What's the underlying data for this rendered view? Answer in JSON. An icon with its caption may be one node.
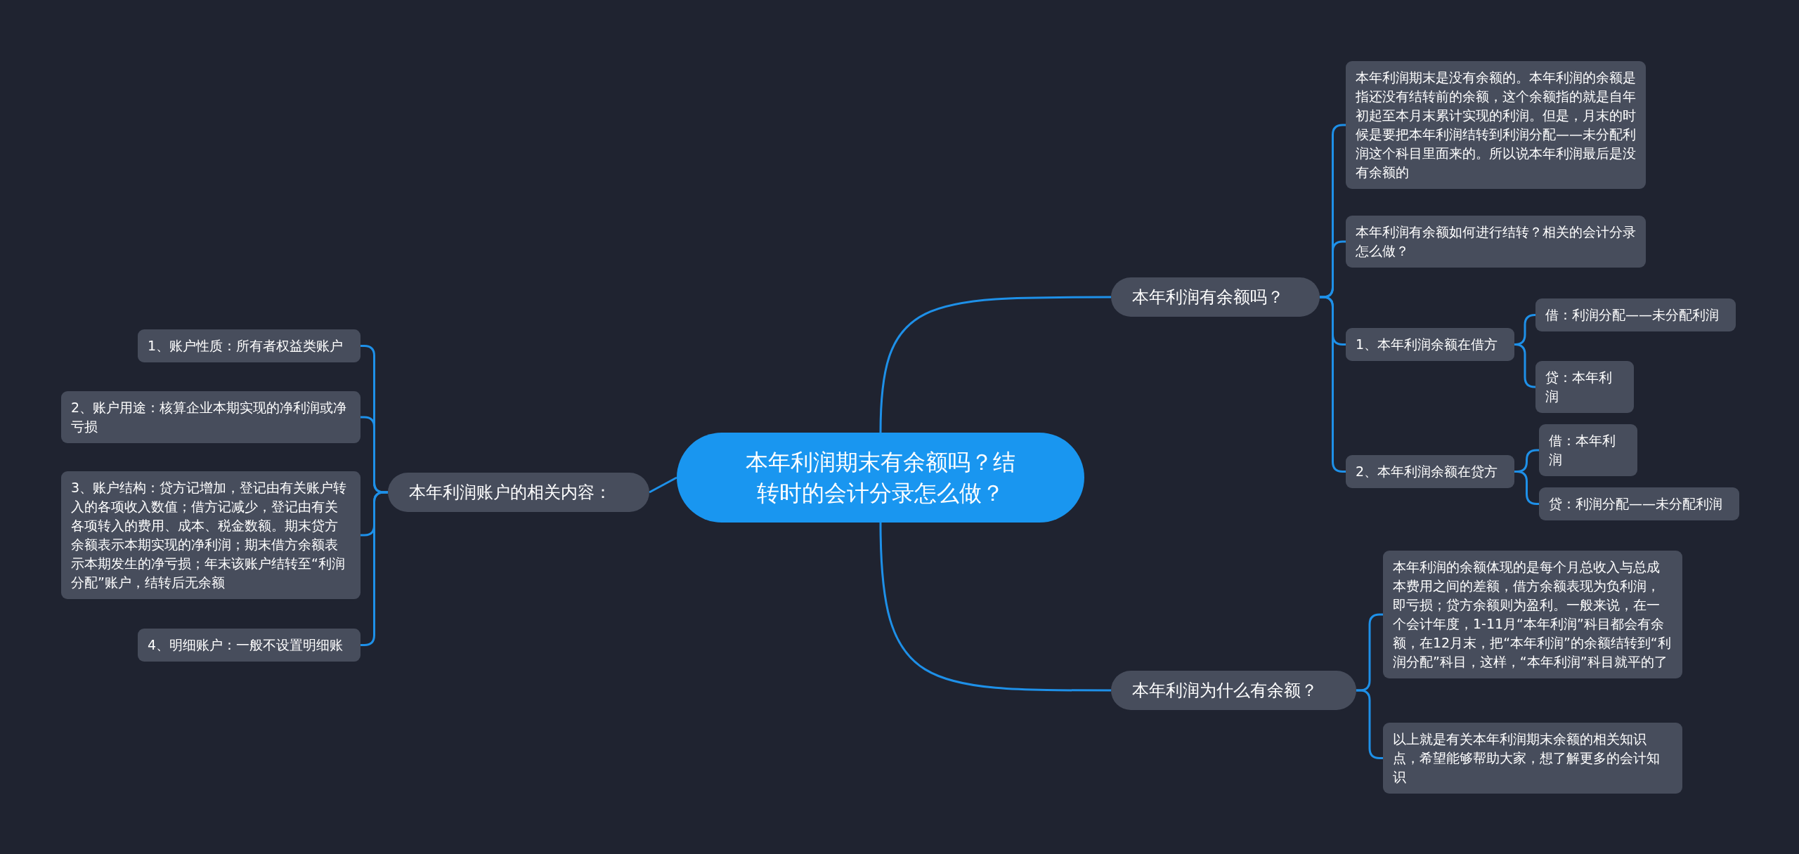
{
  "diagram": {
    "nodes": [
      {
        "text": [
          "本年利润期末有余额吗？结转时的会计分录怎么做？"
        ]
      },
      {
        "text": [
          "本年利润有余额吗？"
        ]
      },
      {
        "text": [
          "本年利润期末是没有余额的。本年利润的余额是指还没有结转前的余额，这个余额指的就是自年初起至本月末累计实现的利润。但是，月末的时候是要把本年利润结转到利润分配——未分配利润这个科目里面来的。所以说本年利润最后是没有余额的"
        ]
      },
      {
        "text": [
          "本年利润有余额如何进行结转？相关的会计分录怎么做？"
        ]
      },
      {
        "text": [
          "1、本年利润余额在借方"
        ]
      },
      {
        "text": [
          "借：利润分配——未分配利润"
        ]
      },
      {
        "text": [
          "贷：本年利润"
        ]
      },
      {
        "text": [
          "2、本年利润余额在贷方"
        ]
      },
      {
        "text": [
          "借：本年利润"
        ]
      },
      {
        "text": [
          "贷：利润分配——未分配利润"
        ]
      },
      {
        "text": [
          "本年利润为什么有余额？"
        ]
      },
      {
        "text": [
          "本年利润的余额体现的是每个月总收入与总成本费用之间的差额，借方余额表现为负利润，即亏损；贷方余额则为盈利。一般来说，在一个会计年度，1-11月“本年利润”科目都会有余额，在12月末，把“本年利润”的余额结转到“利润分配”科目，这样，“本年利润”科目就平的了"
        ]
      },
      {
        "text": [
          "以上就是有关本年利润期末余额的相关知识点，希望能够帮助大家，想了解更多的会计知识"
        ]
      },
      {
        "text": [
          "本年利润账户的相关内容："
        ]
      },
      {
        "text": [
          "1、账户性质：所有者权益类账户"
        ]
      },
      {
        "text": [
          "2、账户用途：核算企业本期实现的净利润或净亏损"
        ]
      },
      {
        "text": [
          "3、账户结构：贷方记增加，登记由有关账户转入的各项收入数值；借方记减少，登记由有关各项转入的费用、成本、税金数额。期末贷方余额表示本期实现的净利润；期末借方余额表示本期发生的净亏损；年末该账户结转至“利润分配”账户，结转后无余额"
        ]
      },
      {
        "text": [
          "4、明细账户：一般不设置明细账"
        ]
      }
    ],
    "edges": [
      {
        "from": 0,
        "to": 1,
        "arrow": "none"
      },
      {
        "from": 1,
        "to": 2,
        "arrow": "none"
      },
      {
        "from": 1,
        "to": 3,
        "arrow": "none"
      },
      {
        "from": 1,
        "to": 4,
        "arrow": "none"
      },
      {
        "from": 4,
        "to": 5,
        "arrow": "none"
      },
      {
        "from": 4,
        "to": 6,
        "arrow": "none"
      },
      {
        "from": 1,
        "to": 7,
        "arrow": "none"
      },
      {
        "from": 7,
        "to": 8,
        "arrow": "none"
      },
      {
        "from": 7,
        "to": 9,
        "arrow": "none"
      },
      {
        "from": 0,
        "to": 10,
        "arrow": "none"
      },
      {
        "from": 10,
        "to": 11,
        "arrow": "none"
      },
      {
        "from": 10,
        "to": 12,
        "arrow": "none"
      },
      {
        "from": 0,
        "to": 13,
        "arrow": "none"
      },
      {
        "from": 13,
        "to": 14,
        "arrow": "none"
      },
      {
        "from": 13,
        "to": 15,
        "arrow": "none"
      },
      {
        "from": 13,
        "to": 16,
        "arrow": "none"
      },
      {
        "from": 13,
        "to": 17,
        "arrow": "none"
      }
    ]
  }
}
